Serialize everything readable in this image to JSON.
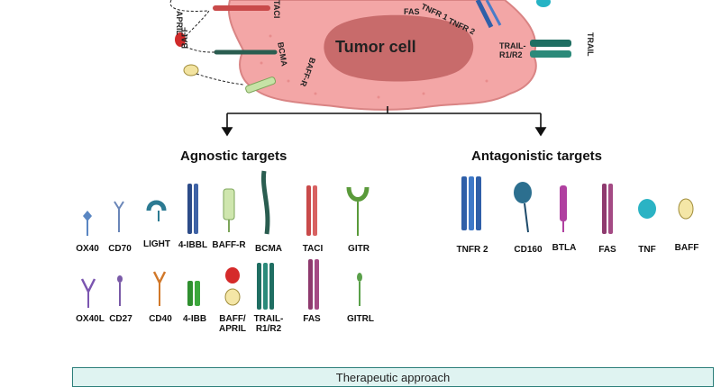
{
  "tumor": {
    "label": "Tumor cell",
    "receptors": {
      "taci": "TACI",
      "april": "APRIL",
      "baff": "BAFF",
      "bcma": "BCMA",
      "baff_r": "BAFF-R",
      "fas": "FAS",
      "tnfr1": "TNFR 1",
      "tnfr2": "TNFR 2",
      "trail_r": "TRAIL-R1/R2",
      "trail": "TRAIL"
    }
  },
  "agnostic": {
    "title": "Agnostic targets",
    "row1": [
      "OX40",
      "CD70",
      "LIGHT",
      "4-IBBL",
      "BAFF-R",
      "BCMA",
      "TACI",
      "GITR"
    ],
    "row2": [
      "OX40L",
      "CD27",
      "CD40",
      "4-IBB",
      "BAFF/ APRIL",
      "TRAIL- R1/R2",
      "FAS",
      "GITRL"
    ]
  },
  "antagonistic": {
    "title": "Antagonistic targets",
    "items": [
      "TNFR 2",
      "CD160",
      "BTLA",
      "FAS",
      "TNF",
      "BAFF"
    ]
  },
  "bottom_box": {
    "text": "Therapeutic approach"
  },
  "colors": {
    "cell": "#f2a0a0",
    "nucleus": "#c96a6a",
    "teal": "#1f6e62",
    "blue": "#2f5fa8",
    "purple": "#8e3a6e"
  }
}
